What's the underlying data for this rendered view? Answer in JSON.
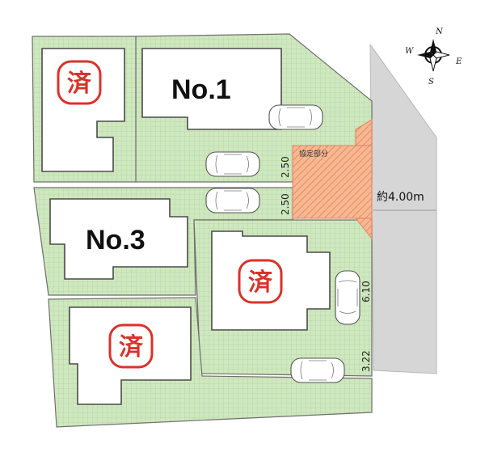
{
  "lots": [
    {
      "label": "No.1",
      "status": null
    },
    {
      "label": null,
      "status": "済"
    },
    {
      "label": "No.3",
      "status": null
    },
    {
      "label": null,
      "status": "済"
    },
    {
      "label": null,
      "status": "済"
    }
  ],
  "dimensions": {
    "driveway_upper": "2.50",
    "driveway_lower": "2.50",
    "east_parking": "6.10",
    "south_parking": "3.22"
  },
  "agreement_area_label": "協定部分",
  "road_width_label": "約4.00m",
  "compass": {
    "north": "N",
    "south": "S",
    "east": "E",
    "west": "W"
  },
  "colors": {
    "lot_green": "#cfe8bf",
    "stamp_red": "#d8332b",
    "hatch_orange": "#f2a984",
    "road_gray": "#d6d6d6"
  }
}
